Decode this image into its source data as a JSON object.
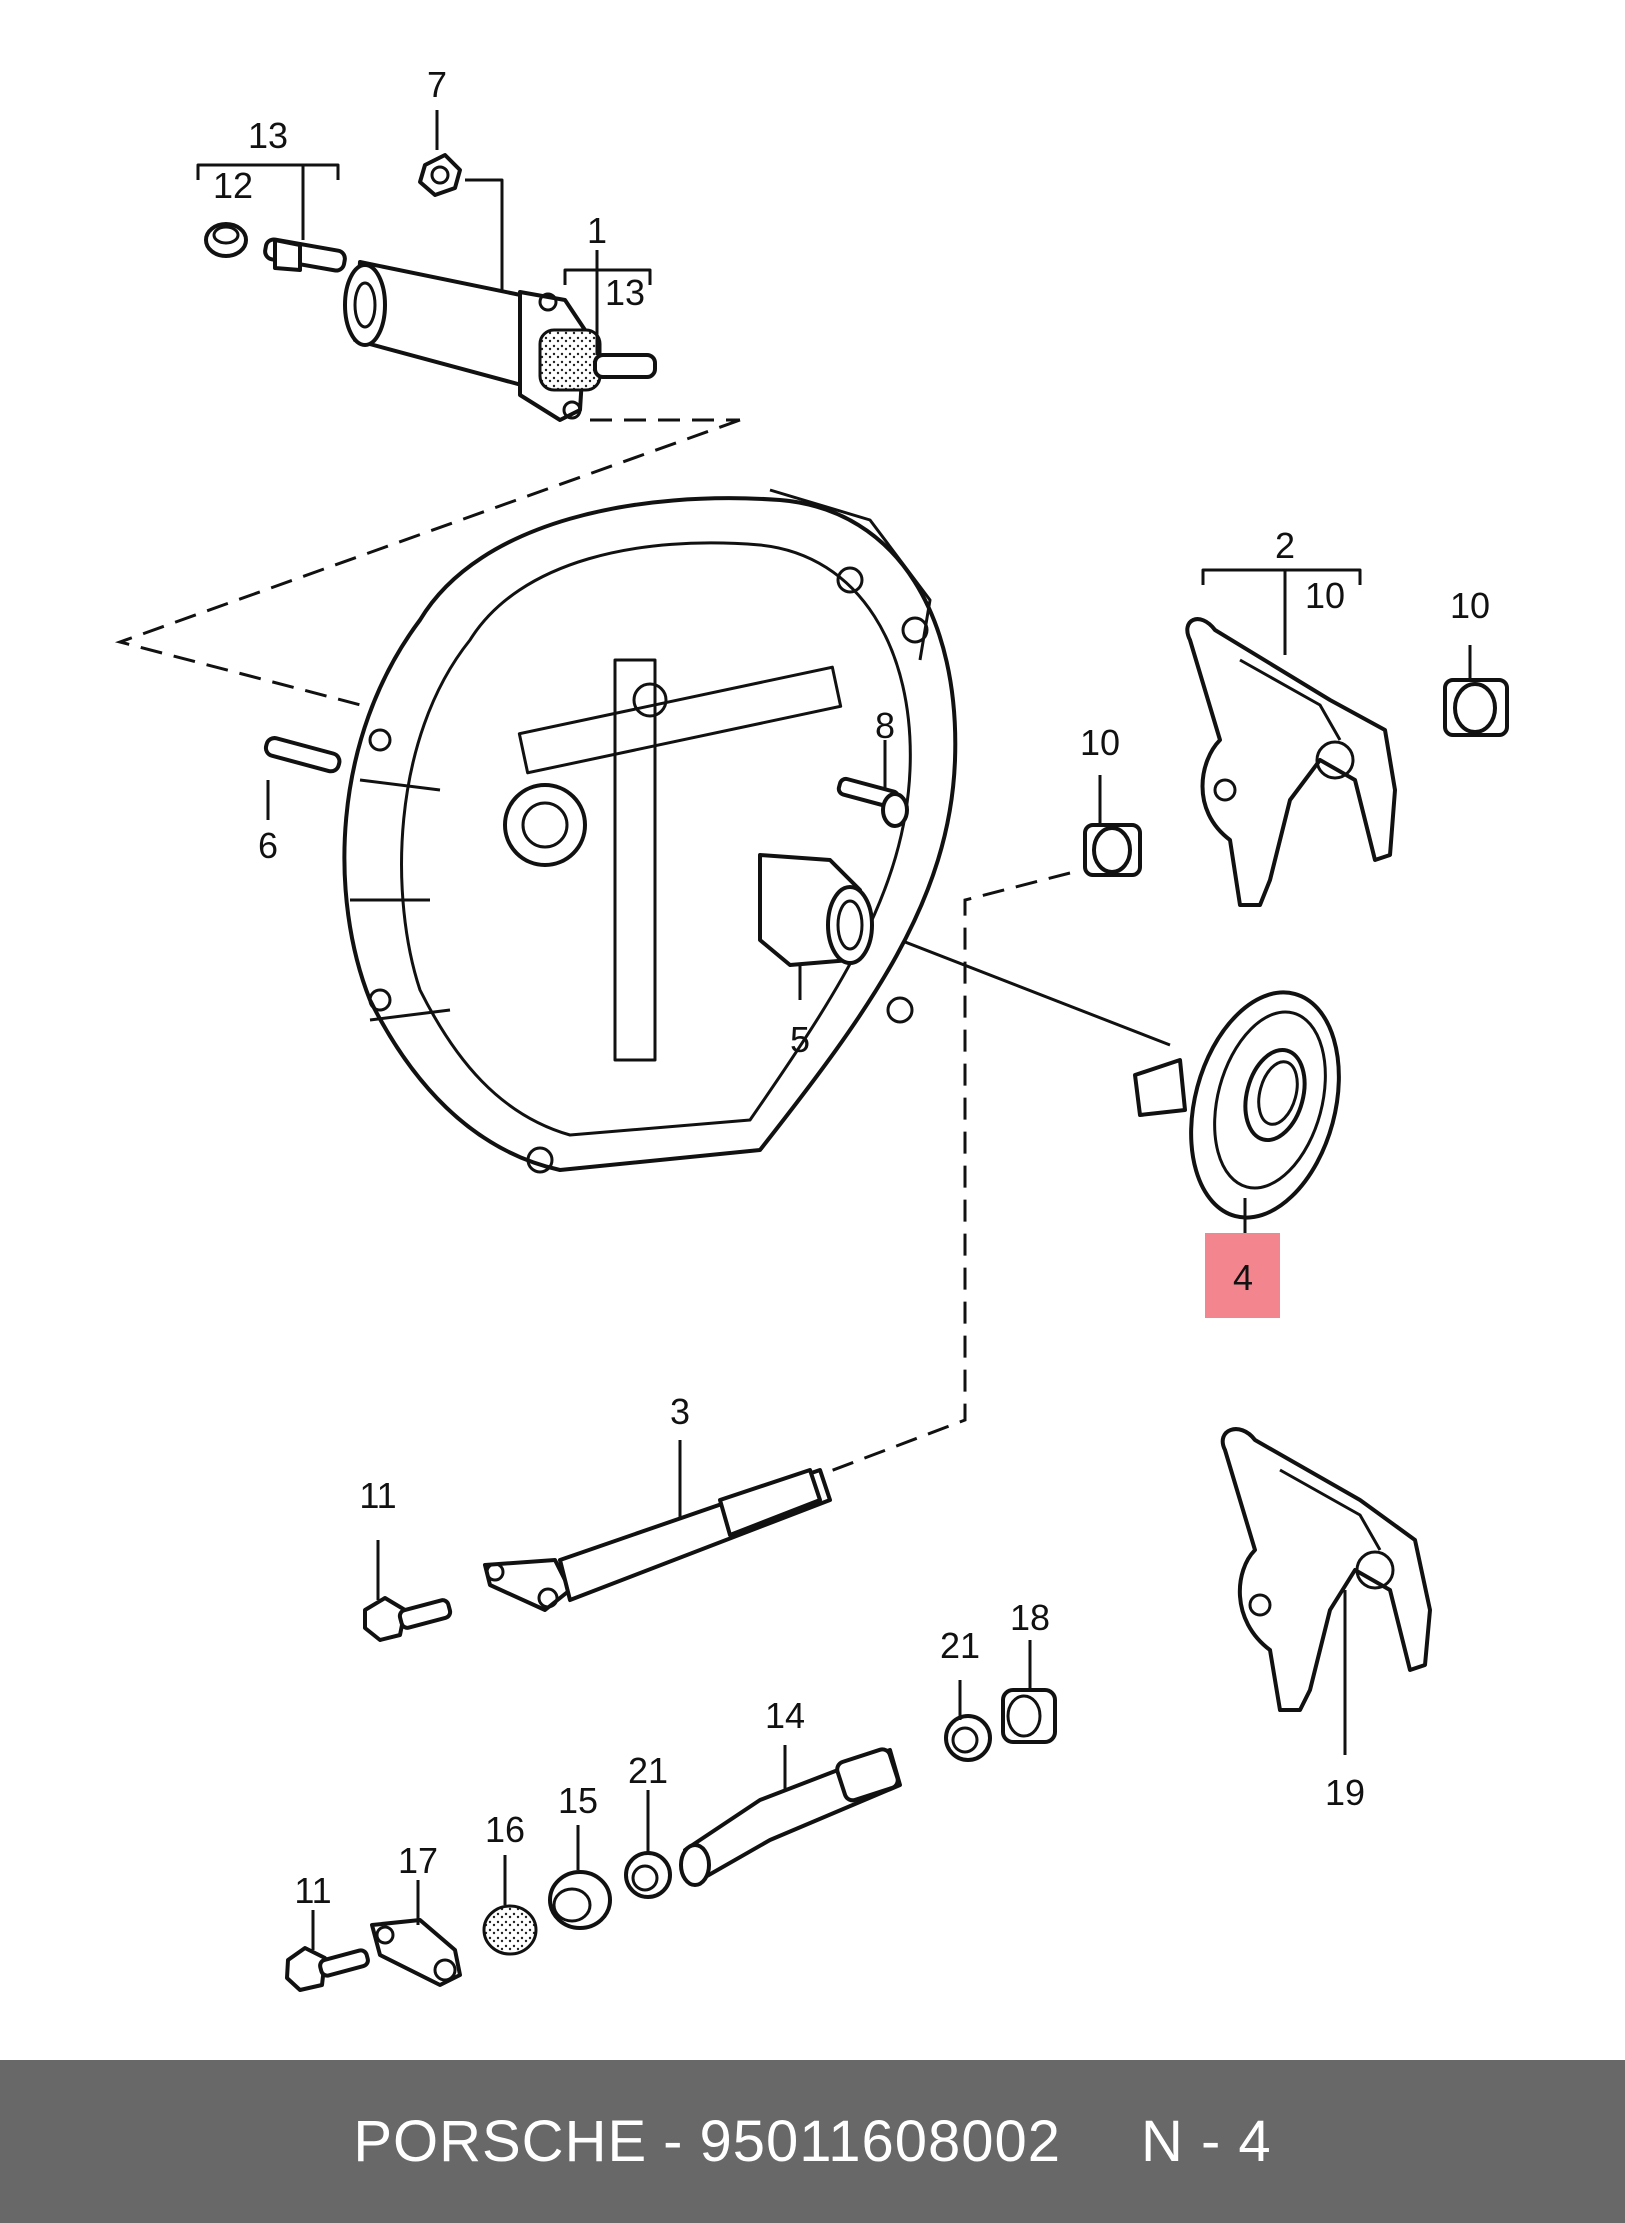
{
  "labels": {
    "l1": "1",
    "l2": "2",
    "l3": "3",
    "l4": "4",
    "l5": "5",
    "l6": "6",
    "l7": "7",
    "l8": "8",
    "l10a": "10",
    "l10b": "10",
    "l10c": "10",
    "l11a": "11",
    "l11b": "11",
    "l12": "12",
    "l13a": "13",
    "l13b": "13",
    "l14": "14",
    "l15": "15",
    "l16": "16",
    "l17": "17",
    "l18": "18",
    "l19": "19",
    "l21a": "21",
    "l21b": "21"
  },
  "highlight": {
    "label": "4",
    "color": "#f3858f"
  },
  "footer": {
    "brand": "PORSCHE",
    "separator": "-",
    "part_number": "95011608002",
    "code": "N - 4"
  },
  "colors": {
    "footer_bg": "#686868",
    "line": "#111111"
  }
}
